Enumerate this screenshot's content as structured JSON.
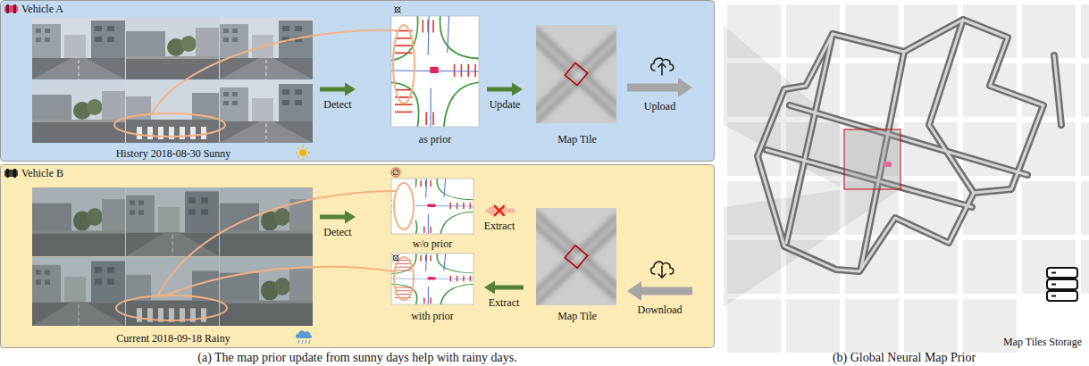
{
  "diagram": {
    "nodes": [
      {
        "text": [
          "Vehicle A"
        ]
      },
      {
        "text": [
          "History 2018-08-30 Sunny"
        ],
        "in": 0
      },
      {
        "text": [
          "as prior"
        ],
        "in": 0
      },
      {
        "text": [
          "Map Tile"
        ],
        "in": 0
      },
      {
        "text": [
          "Vehicle B"
        ]
      },
      {
        "text": [
          "Current 2018-09-18 Rainy"
        ],
        "in": 4
      },
      {
        "text": [
          "w/o prior"
        ],
        "in": 4
      },
      {
        "text": [
          "with prior"
        ],
        "in": 4
      },
      {
        "text": [
          "Map Tile"
        ],
        "in": 4
      },
      {
        "text": [
          "Map Tiles Storage"
        ]
      }
    ],
    "edges": [
      {
        "from": 1,
        "to": 2,
        "arrow": "to",
        "label": "Detect"
      },
      {
        "from": 2,
        "to": 3,
        "arrow": "to",
        "label": "Update"
      },
      {
        "from": 3,
        "to": 9,
        "arrow": "to",
        "label": "Upload"
      },
      {
        "from": 5,
        "to": 6,
        "arrow": "to",
        "label": "Detect"
      },
      {
        "from": 8,
        "to": 6,
        "arrow": "to",
        "label": "Extract"
      },
      {
        "from": 8,
        "to": 7,
        "arrow": "to",
        "label": "Extract"
      },
      {
        "from": 9,
        "to": 8,
        "arrow": "to",
        "label": "Download"
      }
    ],
    "labels": [
      "(a) The map prior update from sunny days help with rainy days.",
      "(b) Global Neural Map Prior"
    ]
  }
}
